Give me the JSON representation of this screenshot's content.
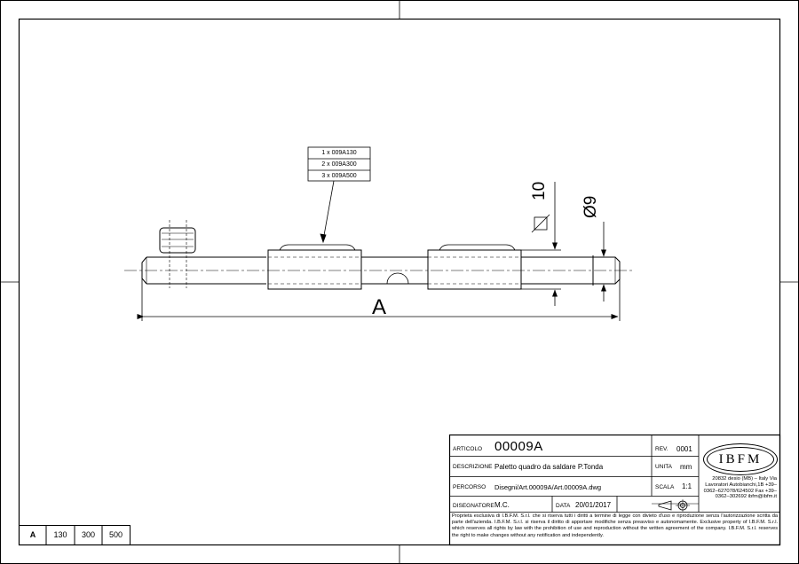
{
  "callout": {
    "rows": [
      "1 x 009A130",
      "2 x 009A300",
      "3 x 009A500"
    ]
  },
  "dimensions": {
    "length_label": "A",
    "square_label": "10",
    "diameter_label": "Ø9"
  },
  "size_table": {
    "header": "A",
    "values": [
      "130",
      "300",
      "500"
    ]
  },
  "title_block": {
    "articolo_label": "ARTICOLO",
    "articolo_value": "00009A",
    "rev_label": "REV.",
    "rev_value": "0001",
    "descrizione_label": "DESCRIZIONE",
    "descrizione_value": "Paletto quadro da saldare P.Tonda",
    "unita_label": "UNITA",
    "unita_value": "mm",
    "percorso_label": "PERCORSO",
    "percorso_value": "Disegni/Art.00009A/Art.00009A.dwg",
    "scala_label": "SCALA",
    "scala_value": "1:1",
    "disegnatore_label": "DISEGNATORE",
    "disegnatore_value": "M.C.",
    "data_label": "DATA",
    "data_value": "20/01/2017",
    "logo_text": "IBFM",
    "address": "20832 desio (MB) – Italy Via Lavoratori Autobianchi,1B +39–0362–627078/624502 Fax +39–0362–302692 ibfm@ibfm.it",
    "disclaimer": "Proprietà esclusiva di I.B.F.M. S.r.l. che si riserva tutti i diritti a termine di legge con divieto d'uso e riproduzione senza l'autorizzazione scritta da parte dell'azienda. I.B.F.M. S.r.l. si riserva il diritto di apportare modifiche senza preavviso e autonomamente. Exclusive property of I.B.F.M. S.r.l. which reserves all rights by law with the prohibition of use and reproduction without the written agreement of the company. I.B.F.M. S.r.l. reserves the right to make changes without any notification and independently."
  }
}
